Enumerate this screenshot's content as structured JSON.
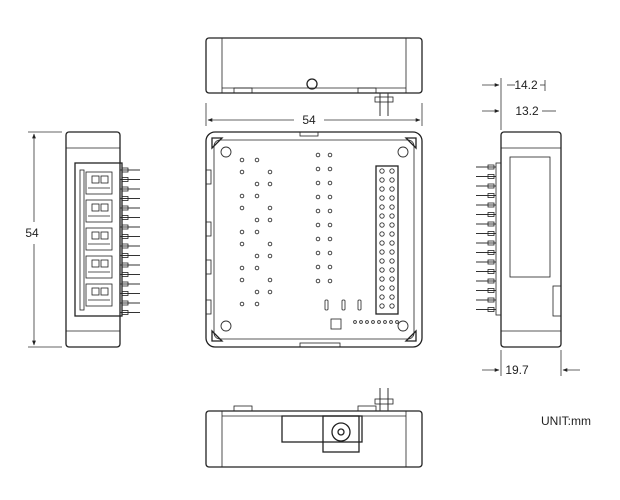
{
  "dimensions": {
    "top_width": "54",
    "left_height": "54",
    "right_depth_outer": "14.2",
    "right_depth_inner": "13.2",
    "right_width": "19.7"
  },
  "unit_label": "UNIT:mm"
}
